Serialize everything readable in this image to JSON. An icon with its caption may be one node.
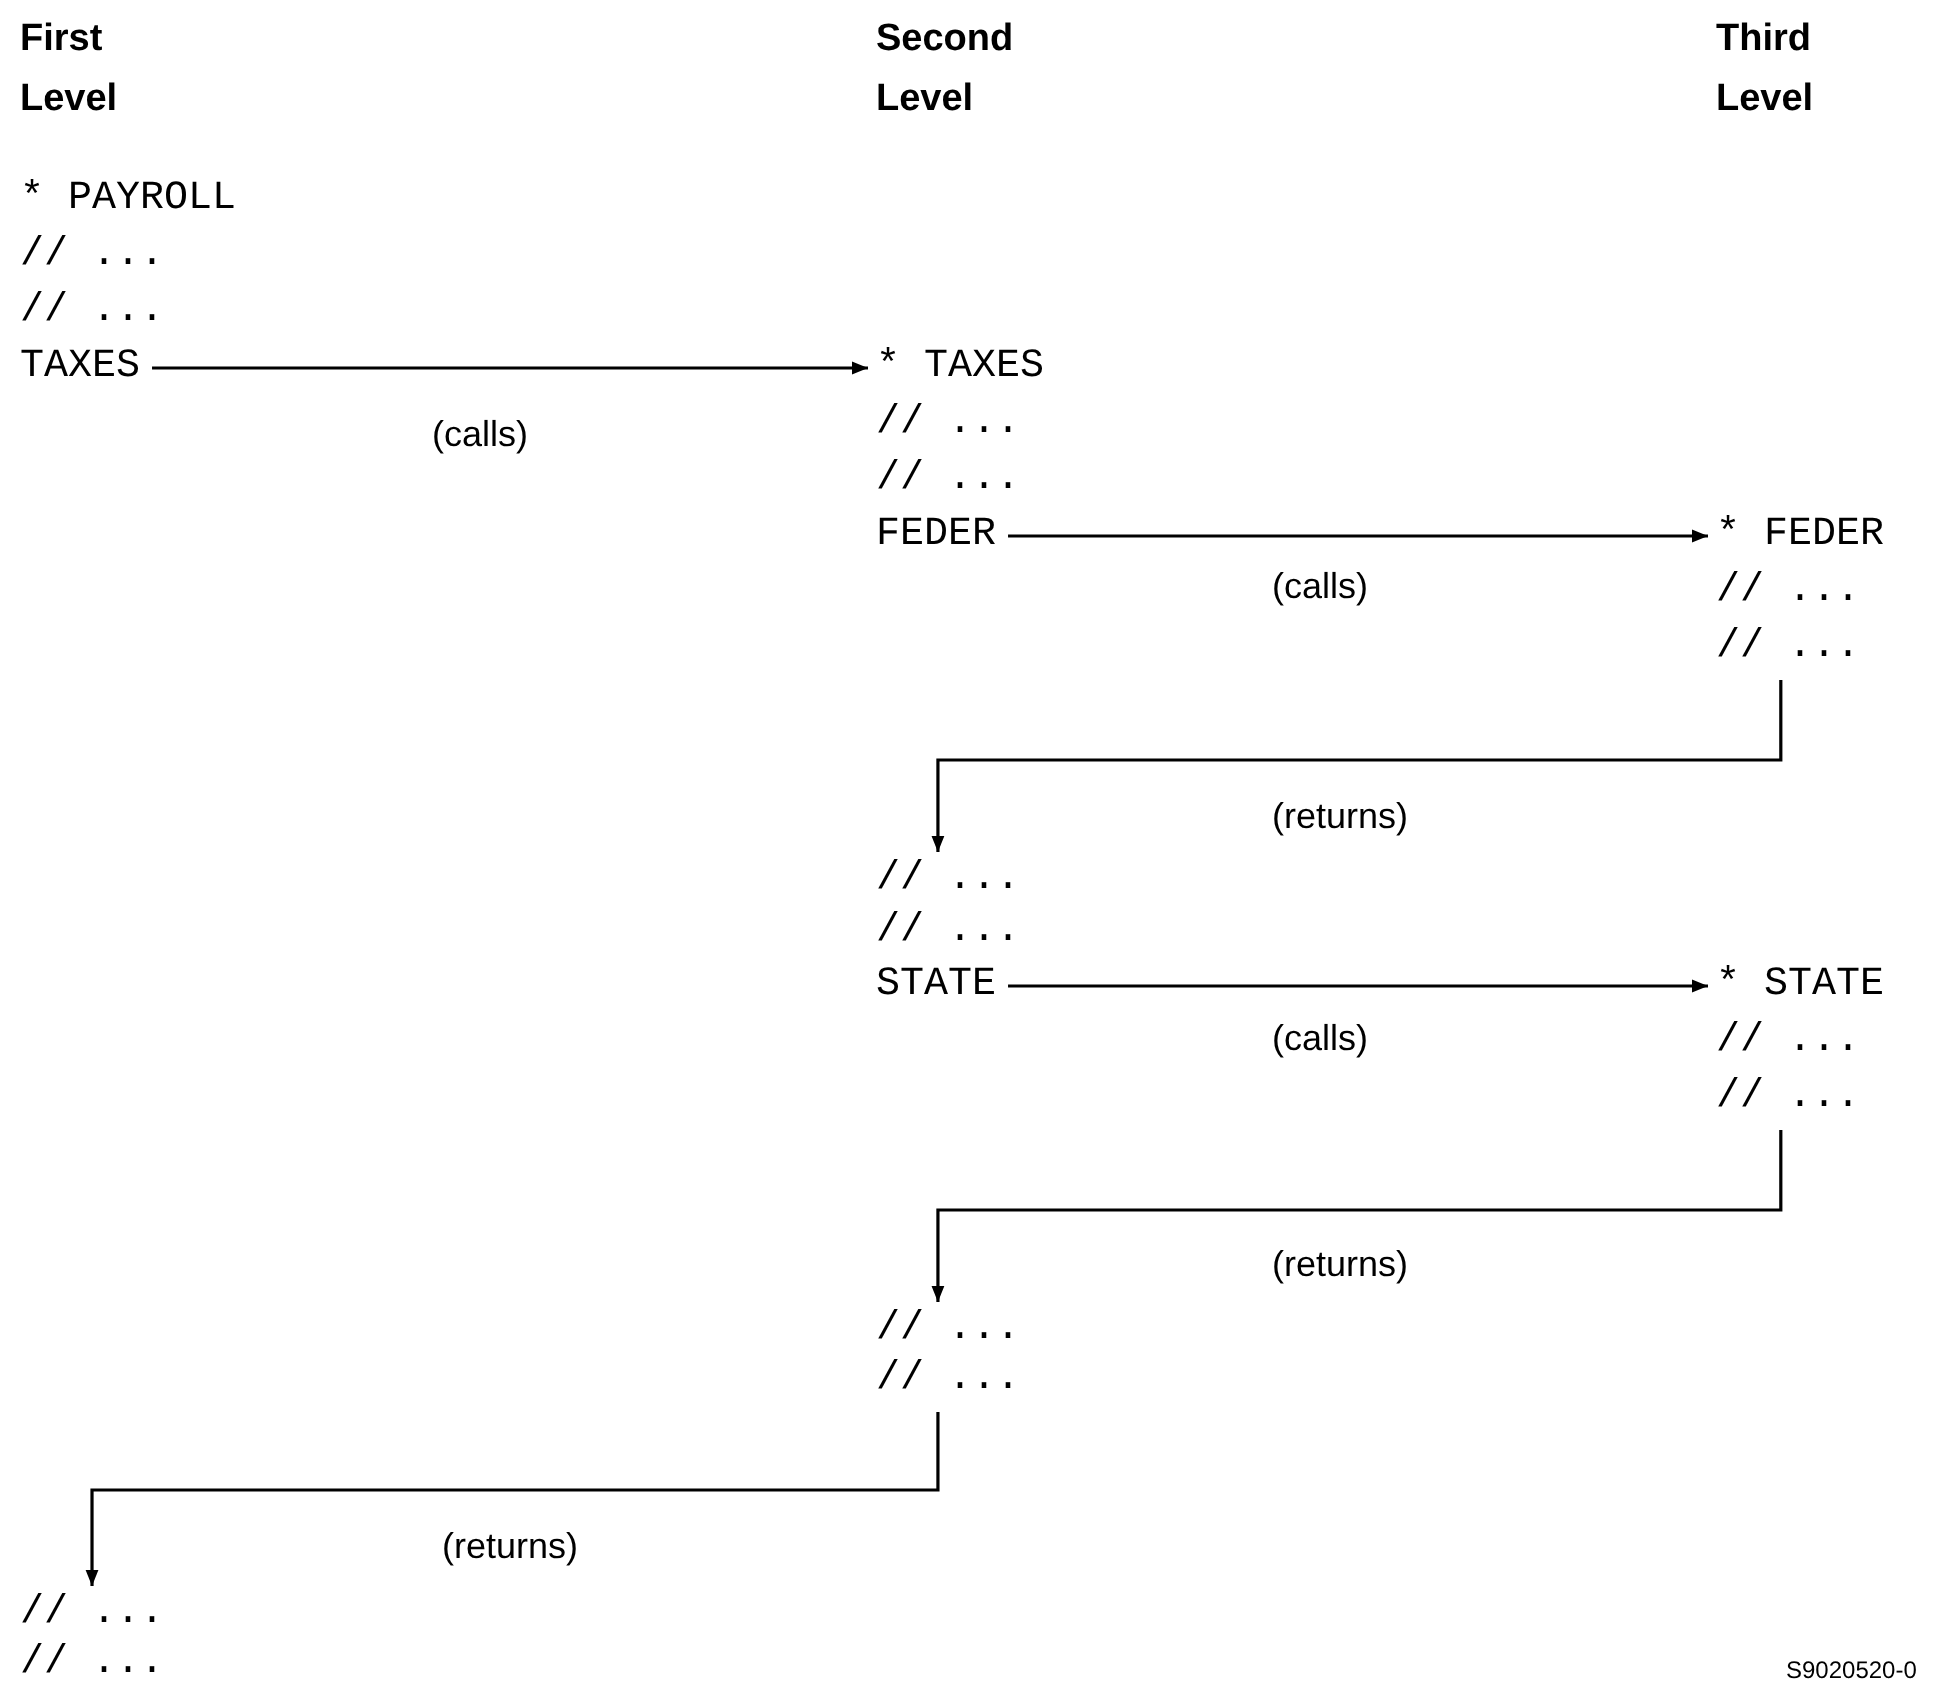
{
  "diagram": {
    "nodes": [
      {
        "text": [
          "TAXES"
        ]
      },
      {
        "text": [
          "* TAXES"
        ]
      },
      {
        "text": [
          "FEDER"
        ]
      },
      {
        "text": [
          "* FEDER"
        ]
      },
      {
        "text": [
          "// ..."
        ]
      },
      {
        "text": [
          "// ..."
        ]
      },
      {
        "text": [
          "STATE"
        ]
      },
      {
        "text": [
          "* STATE"
        ]
      },
      {
        "text": [
          "// ..."
        ]
      },
      {
        "text": [
          "// ..."
        ]
      },
      {
        "text": [
          "// ..."
        ]
      },
      {
        "text": [
          "// ..."
        ]
      }
    ],
    "edges": [
      {
        "from": 0,
        "to": 1,
        "arrow": "to",
        "label": "(calls)"
      },
      {
        "from": 2,
        "to": 3,
        "arrow": "to",
        "label": "(calls)"
      },
      {
        "from": 4,
        "to": 5,
        "arrow": "to",
        "label": "(returns)"
      },
      {
        "from": 6,
        "to": 7,
        "arrow": "to",
        "label": "(calls)"
      },
      {
        "from": 8,
        "to": 9,
        "arrow": "to",
        "label": "(returns)"
      },
      {
        "from": 10,
        "to": 11,
        "arrow": "to",
        "label": "(returns)"
      }
    ],
    "labels": [
      "First Level",
      "Second Level",
      "Third Level",
      "* PAYROLL",
      "// ...",
      "// ...",
      "// ...",
      "// ...",
      "// ...",
      "// ...",
      "// ...",
      "// ...",
      "S9020520-0"
    ]
  }
}
